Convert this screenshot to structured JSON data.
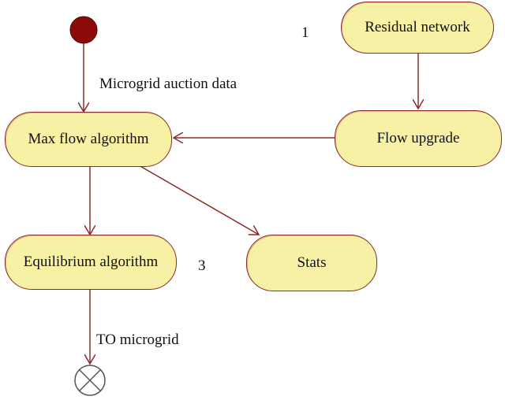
{
  "diagram": {
    "nodes": {
      "residual_network": "Residual network",
      "flow_upgrade": "Flow upgrade",
      "max_flow": "Max flow algorithm",
      "equilibrium": "Equilibrium algorithm",
      "stats": "Stats"
    },
    "edge_labels": {
      "auction_data": "Microgrid auction data",
      "to_microgrid": "TO microgrid"
    },
    "annotations": {
      "one": "1",
      "three": "3"
    },
    "colors": {
      "node_fill": "#f7f1a5",
      "node_stroke": "#8a2a2a",
      "edge": "#8a2a2a",
      "start_node": "#8b0a0a"
    }
  }
}
